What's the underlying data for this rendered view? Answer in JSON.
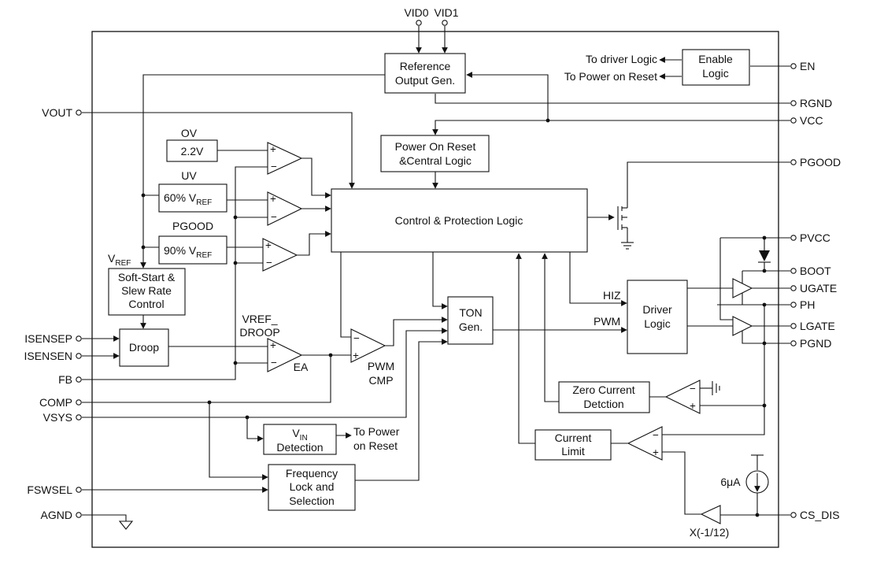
{
  "pins": {
    "vid0": "VID0",
    "vid1": "VID1",
    "en": "EN",
    "rgnd": "RGND",
    "vcc": "VCC",
    "pgood": "PGOOD",
    "pvcc": "PVCC",
    "boot": "BOOT",
    "ugate": "UGATE",
    "ph": "PH",
    "lgate": "LGATE",
    "pgnd": "PGND",
    "cs_dis": "CS_DIS",
    "vout": "VOUT",
    "isensep": "ISENSEP",
    "isensen": "ISENSEN",
    "fb": "FB",
    "comp": "COMP",
    "vsys": "VSYS",
    "fswsel": "FSWSEL",
    "agnd": "AGND"
  },
  "blocks": {
    "reference": [
      "Reference",
      "Output Gen."
    ],
    "enable_logic": [
      "Enable",
      "Logic"
    ],
    "power_on_reset": [
      "Power On Reset",
      "&Central Logic"
    ],
    "control_protection": "Control & Protection Logic",
    "ov_value": "2.2V",
    "uv_value": "60% V",
    "pgood_value": "90% V",
    "ref_sub": "REF",
    "soft_start": [
      "Soft-Start &",
      "Slew Rate",
      "Control"
    ],
    "droop": "Droop",
    "ton_gen": [
      "TON",
      "Gen."
    ],
    "driver_logic": [
      "Driver",
      "Logic"
    ],
    "zero_current": [
      "Zero Current",
      "Detction"
    ],
    "current_limit": [
      "Current",
      "Limit"
    ],
    "vin_detection_main": "V",
    "vin_detection_sub": "IN",
    "vin_detection_line2": "Detection",
    "frequency_lock": [
      "Frequency",
      "Lock and",
      "Selection"
    ]
  },
  "labels": {
    "to_driver_logic": "To driver Logic",
    "to_power_on_reset": "To Power on Reset",
    "ov": "OV",
    "uv": "UV",
    "pgood": "PGOOD",
    "vref_main": "V",
    "vref_sub": "REF",
    "vref_droop": [
      "VREF_",
      "DROOP"
    ],
    "ea": "EA",
    "pwm_cmp": [
      "PWM",
      "CMP"
    ],
    "hiz": "HIZ",
    "pwm": "PWM",
    "to_power_on_reset_2": [
      "To Power",
      "on Reset"
    ],
    "current_source": "6μA",
    "gain": "X(-1/12)"
  }
}
